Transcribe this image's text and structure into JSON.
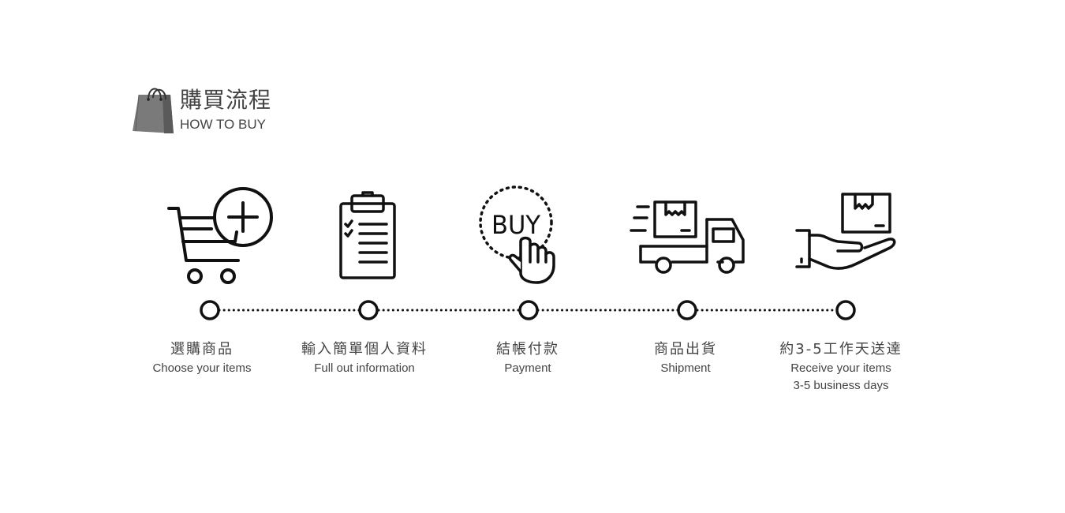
{
  "header": {
    "title_zh": "購買流程",
    "title_en": "HOW TO BUY",
    "icon": "shopping-bag-icon"
  },
  "icons": {
    "buy_badge_text": "BUY"
  },
  "steps": [
    {
      "zh": "選購商品",
      "en": "Choose your items",
      "icon": "cart-plus-icon"
    },
    {
      "zh": "輸入簡單個人資料",
      "en": "Full out information",
      "icon": "clipboard-checklist-icon"
    },
    {
      "zh": "結帳付款",
      "en": "Payment",
      "icon": "buy-click-icon"
    },
    {
      "zh": "商品出貨",
      "en": "Shipment",
      "icon": "delivery-truck-icon"
    },
    {
      "zh": "約3-5工作天送達",
      "en": "Receive your items",
      "en2": "3-5 business days",
      "icon": "hand-package-icon"
    }
  ],
  "colors": {
    "icon_stroke": "#111111",
    "text": "#444444",
    "bag": "#7a7a7a"
  }
}
